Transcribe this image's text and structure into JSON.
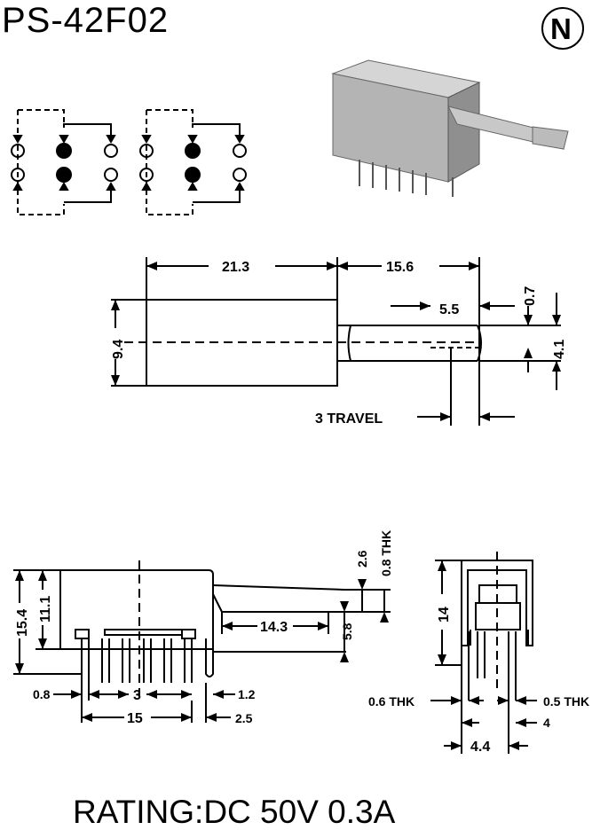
{
  "title": "PS-42F02",
  "logo_letter": "N",
  "rating": "RATING:DC 50V 0.3A",
  "top_view": {
    "length_body": "21.3",
    "length_stem": "15.6",
    "stem_tip": "5.5",
    "gap": "0.7",
    "stem_dia": "4.1",
    "height": "9.4",
    "travel": "3 TRAVEL"
  },
  "side_view": {
    "height_total": "15.4",
    "height_body": "11.1",
    "lever_offset": "2.6",
    "lever_thickness": "0.8 THK",
    "lever_length": "14.3",
    "lever_height": "5.8",
    "pin_width": "0.8",
    "pitch": "3",
    "span": "15",
    "end_offset": "1.2",
    "end_pitch": "2.5"
  },
  "end_view": {
    "height": "14",
    "pin_thk_left": "0.6 THK",
    "pin_thk_right": "0.5 THK",
    "pin_pitch": "4",
    "row_spacing": "4.4"
  },
  "colors": {
    "line": "#000000",
    "body_photo": "#b9b9b9",
    "background": "#ffffff"
  }
}
